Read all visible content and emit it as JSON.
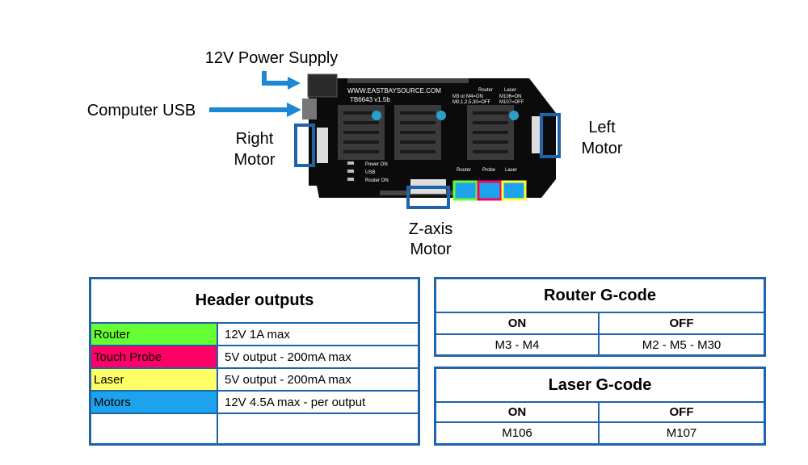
{
  "labels": {
    "power_supply": "12V Power Supply",
    "computer_usb": "Computer USB",
    "right_motor_1": "Right",
    "right_motor_2": "Motor",
    "left_motor_1": "Left",
    "left_motor_2": "Motor",
    "z_motor_1": "Z-axis",
    "z_motor_2": "Motor"
  },
  "board": {
    "url": "WWW.EASTBAYSOURCE.COM",
    "model": "TB6643 v1.5b",
    "router_code_line1": "M3 or M4=ON",
    "router_code_line2": "M0,1,2,5,30=OFF",
    "laser_code_line1": "M106=ON",
    "laser_code_line2": "M107=OFF",
    "router_hdr": "Router",
    "laser_hdr": "Laser",
    "power_on": "Power ON",
    "usb": "USB",
    "router_on": "Router ON",
    "term_router": "Router",
    "term_probe": "Probe",
    "term_laser": "Laser"
  },
  "header_outputs": {
    "title": "Header outputs",
    "rows": [
      {
        "name": "Router",
        "spec": "12V 1A max",
        "color": "#66ff33"
      },
      {
        "name": "Touch Probe",
        "spec": "5V output - 200mA max",
        "color": "#ff0066"
      },
      {
        "name": "Laser",
        "spec": "5V output - 200mA max",
        "color": "#ffff66"
      },
      {
        "name": "Motors",
        "spec": "12V 4.5A max - per output",
        "color": "#1ca3ec"
      }
    ]
  },
  "router_gcode": {
    "title": "Router G-code",
    "on_label": "ON",
    "off_label": "OFF",
    "on_value": "M3 - M4",
    "off_value": "M2 - M5 - M30"
  },
  "laser_gcode": {
    "title": "Laser G-code",
    "on_label": "ON",
    "off_label": "OFF",
    "on_value": "M106",
    "off_value": "M107"
  },
  "colors": {
    "accent_blue": "#1f63a8",
    "arrow_blue": "#1b87d6",
    "board_black": "#0b0b0b"
  }
}
